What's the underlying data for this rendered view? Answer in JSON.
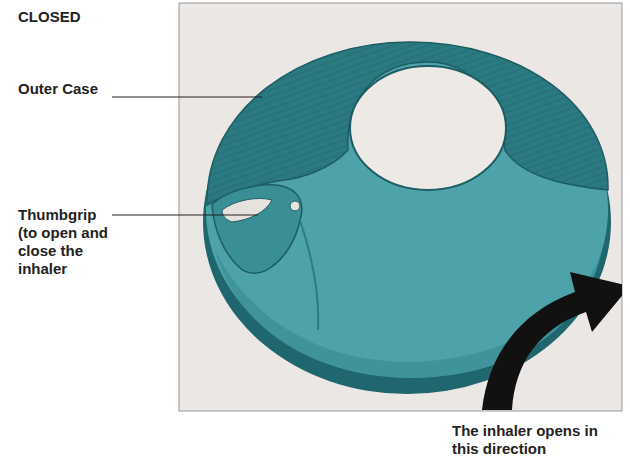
{
  "diagram": {
    "title": "CLOSED",
    "labels": [
      "Outer Case",
      "Thumbgrip (to open and close the inhaler",
      "The inhaler opens in this direction"
    ]
  }
}
